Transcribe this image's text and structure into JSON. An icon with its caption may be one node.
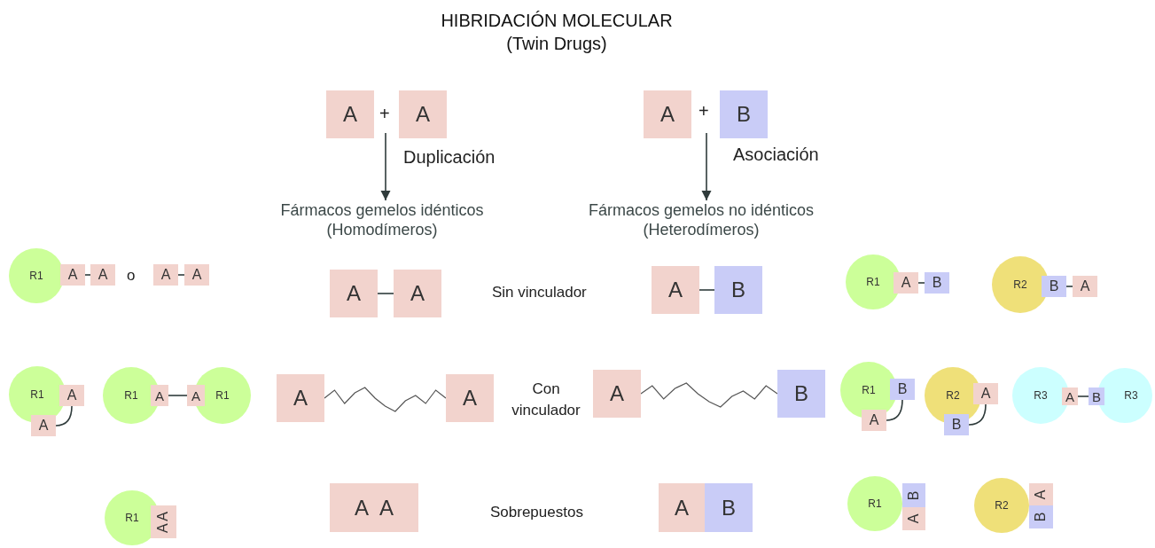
{
  "diagram": {
    "title": "HIBRIDACIÓN MOLECULAR (Twin Drugs)",
    "nodes": [
      {
        "text": [
          "A"
        ]
      },
      {
        "text": [
          "A"
        ]
      },
      {
        "text": [
          "A"
        ]
      },
      {
        "text": [
          "B"
        ]
      },
      {
        "text": [
          "Fármacos gemelos idénticos (Homodímeros)"
        ]
      },
      {
        "text": [
          "Fármacos gemelos no idénticos (Heterodímeros)"
        ]
      },
      {
        "text": [
          "R1"
        ]
      },
      {
        "text": [
          "A"
        ]
      },
      {
        "text": [
          "A"
        ]
      },
      {
        "text": [
          "A"
        ]
      },
      {
        "text": [
          "A"
        ]
      },
      {
        "text": [
          "A"
        ]
      },
      {
        "text": [
          "A"
        ]
      },
      {
        "text": [
          "A"
        ]
      },
      {
        "text": [
          "B"
        ]
      },
      {
        "text": [
          "R1"
        ]
      },
      {
        "text": [
          "A"
        ]
      },
      {
        "text": [
          "B"
        ]
      },
      {
        "text": [
          "R2"
        ]
      },
      {
        "text": [
          "B"
        ]
      },
      {
        "text": [
          "A"
        ]
      },
      {
        "text": [
          "R1"
        ]
      },
      {
        "text": [
          "A"
        ]
      },
      {
        "text": [
          "A"
        ]
      },
      {
        "text": [
          "R1"
        ]
      },
      {
        "text": [
          "A"
        ]
      },
      {
        "text": [
          "A"
        ]
      },
      {
        "text": [
          "R1"
        ]
      },
      {
        "text": [
          "A"
        ]
      },
      {
        "text": [
          "A"
        ]
      },
      {
        "text": [
          "A"
        ]
      },
      {
        "text": [
          "B"
        ]
      },
      {
        "text": [
          "R1"
        ]
      },
      {
        "text": [
          "B"
        ]
      },
      {
        "text": [
          "A"
        ]
      },
      {
        "text": [
          "R2"
        ]
      },
      {
        "text": [
          "A"
        ]
      },
      {
        "text": [
          "B"
        ]
      },
      {
        "text": [
          "R3"
        ]
      },
      {
        "text": [
          "A"
        ]
      },
      {
        "text": [
          "B"
        ]
      },
      {
        "text": [
          "R3"
        ]
      },
      {
        "text": [
          "R1"
        ]
      },
      {
        "text": [
          "A A"
        ]
      },
      {
        "text": [
          "A A"
        ]
      },
      {
        "text": [
          "A"
        ]
      },
      {
        "text": [
          "B"
        ]
      },
      {
        "text": [
          "R1"
        ]
      },
      {
        "text": [
          "B"
        ]
      },
      {
        "text": [
          "A"
        ]
      },
      {
        "text": [
          "R2"
        ]
      },
      {
        "text": [
          "A"
        ]
      },
      {
        "text": [
          "B"
        ]
      }
    ],
    "edges": [
      {
        "from": 0,
        "to": 4,
        "arrow": "to",
        "label": "Duplicación"
      },
      {
        "from": 3,
        "to": 5,
        "arrow": "to",
        "label": "Asociación"
      },
      {
        "from": 7,
        "to": 8,
        "arrow": "none"
      },
      {
        "from": 9,
        "to": 10,
        "arrow": "none"
      },
      {
        "from": 11,
        "to": 12,
        "arrow": "none"
      },
      {
        "from": 13,
        "to": 14,
        "arrow": "none"
      },
      {
        "from": 16,
        "to": 17,
        "arrow": "none"
      },
      {
        "from": 19,
        "to": 20,
        "arrow": "none"
      },
      {
        "from": 22,
        "to": 23,
        "arrow": "none"
      },
      {
        "from": 25,
        "to": 26,
        "arrow": "none"
      },
      {
        "from": 28,
        "to": 29,
        "arrow": "none"
      },
      {
        "from": 30,
        "to": 31,
        "arrow": "none"
      },
      {
        "from": 33,
        "to": 34,
        "arrow": "none"
      },
      {
        "from": 36,
        "to": 37,
        "arrow": "none"
      },
      {
        "from": 39,
        "to": 40,
        "arrow": "none"
      }
    ],
    "labels": [
      "+",
      "+",
      "o",
      "Sin vinculador",
      "Con vinculador",
      "Sobrepuestos"
    ]
  }
}
